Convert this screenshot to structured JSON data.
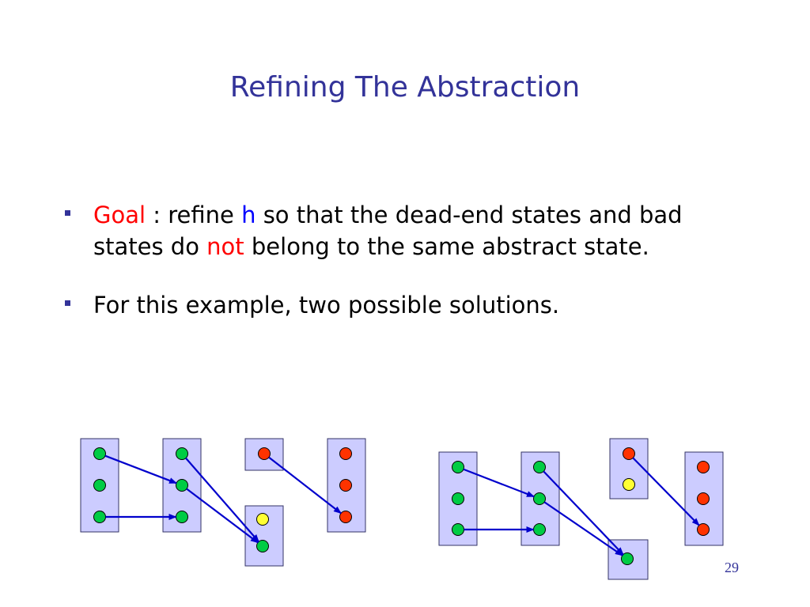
{
  "slide": {
    "title": "Refining The Abstraction",
    "page_number": "29"
  },
  "bullets": [
    {
      "parts": [
        {
          "text": "Goal",
          "color": "red"
        },
        {
          "text": " : refine ",
          "color": "black"
        },
        {
          "text": "h",
          "color": "blue"
        },
        {
          "text": " so that the dead-end states and bad states do ",
          "color": "black"
        },
        {
          "text": "not",
          "color": "red"
        },
        {
          "text": " belong to the same abstract state.",
          "color": "black"
        }
      ]
    },
    {
      "parts": [
        {
          "text": "For this example, two possible solutions.",
          "color": "black"
        }
      ]
    }
  ],
  "colors": {
    "title": "#333399",
    "box_fill": "#ccccff",
    "box_stroke": "#333366",
    "arrow": "#0000cc",
    "state_good": "#00cc44",
    "state_dead_end": "#ffff33",
    "state_bad": "#ff3300"
  },
  "diagrams": [
    {
      "id": "solution-1",
      "boxes": [
        {
          "states": [
            "good",
            "good",
            "good"
          ]
        },
        {
          "states": [
            "good",
            "good",
            "good"
          ]
        },
        {
          "states": [
            "bad"
          ]
        },
        {
          "states": [
            "dead_end",
            "good"
          ]
        },
        {
          "states": [
            "bad",
            "bad",
            "bad"
          ]
        }
      ],
      "arrows": [
        {
          "from": [
            0,
            0
          ],
          "to": [
            1,
            1
          ]
        },
        {
          "from": [
            0,
            2
          ],
          "to": [
            1,
            2
          ]
        },
        {
          "from": [
            1,
            0
          ],
          "to": [
            3,
            1
          ]
        },
        {
          "from": [
            1,
            1
          ],
          "to": [
            3,
            1
          ]
        },
        {
          "from": [
            2,
            0
          ],
          "to": [
            4,
            2
          ]
        }
      ]
    },
    {
      "id": "solution-2",
      "boxes": [
        {
          "states": [
            "good",
            "good",
            "good"
          ]
        },
        {
          "states": [
            "good",
            "good",
            "good"
          ]
        },
        {
          "states": [
            "bad",
            "dead_end"
          ]
        },
        {
          "states": [
            "good"
          ]
        },
        {
          "states": [
            "bad",
            "bad",
            "bad"
          ]
        }
      ],
      "arrows": [
        {
          "from": [
            0,
            0
          ],
          "to": [
            1,
            1
          ]
        },
        {
          "from": [
            0,
            2
          ],
          "to": [
            1,
            2
          ]
        },
        {
          "from": [
            1,
            0
          ],
          "to": [
            3,
            0
          ]
        },
        {
          "from": [
            1,
            1
          ],
          "to": [
            3,
            0
          ]
        },
        {
          "from": [
            2,
            0
          ],
          "to": [
            4,
            2
          ]
        }
      ]
    }
  ]
}
